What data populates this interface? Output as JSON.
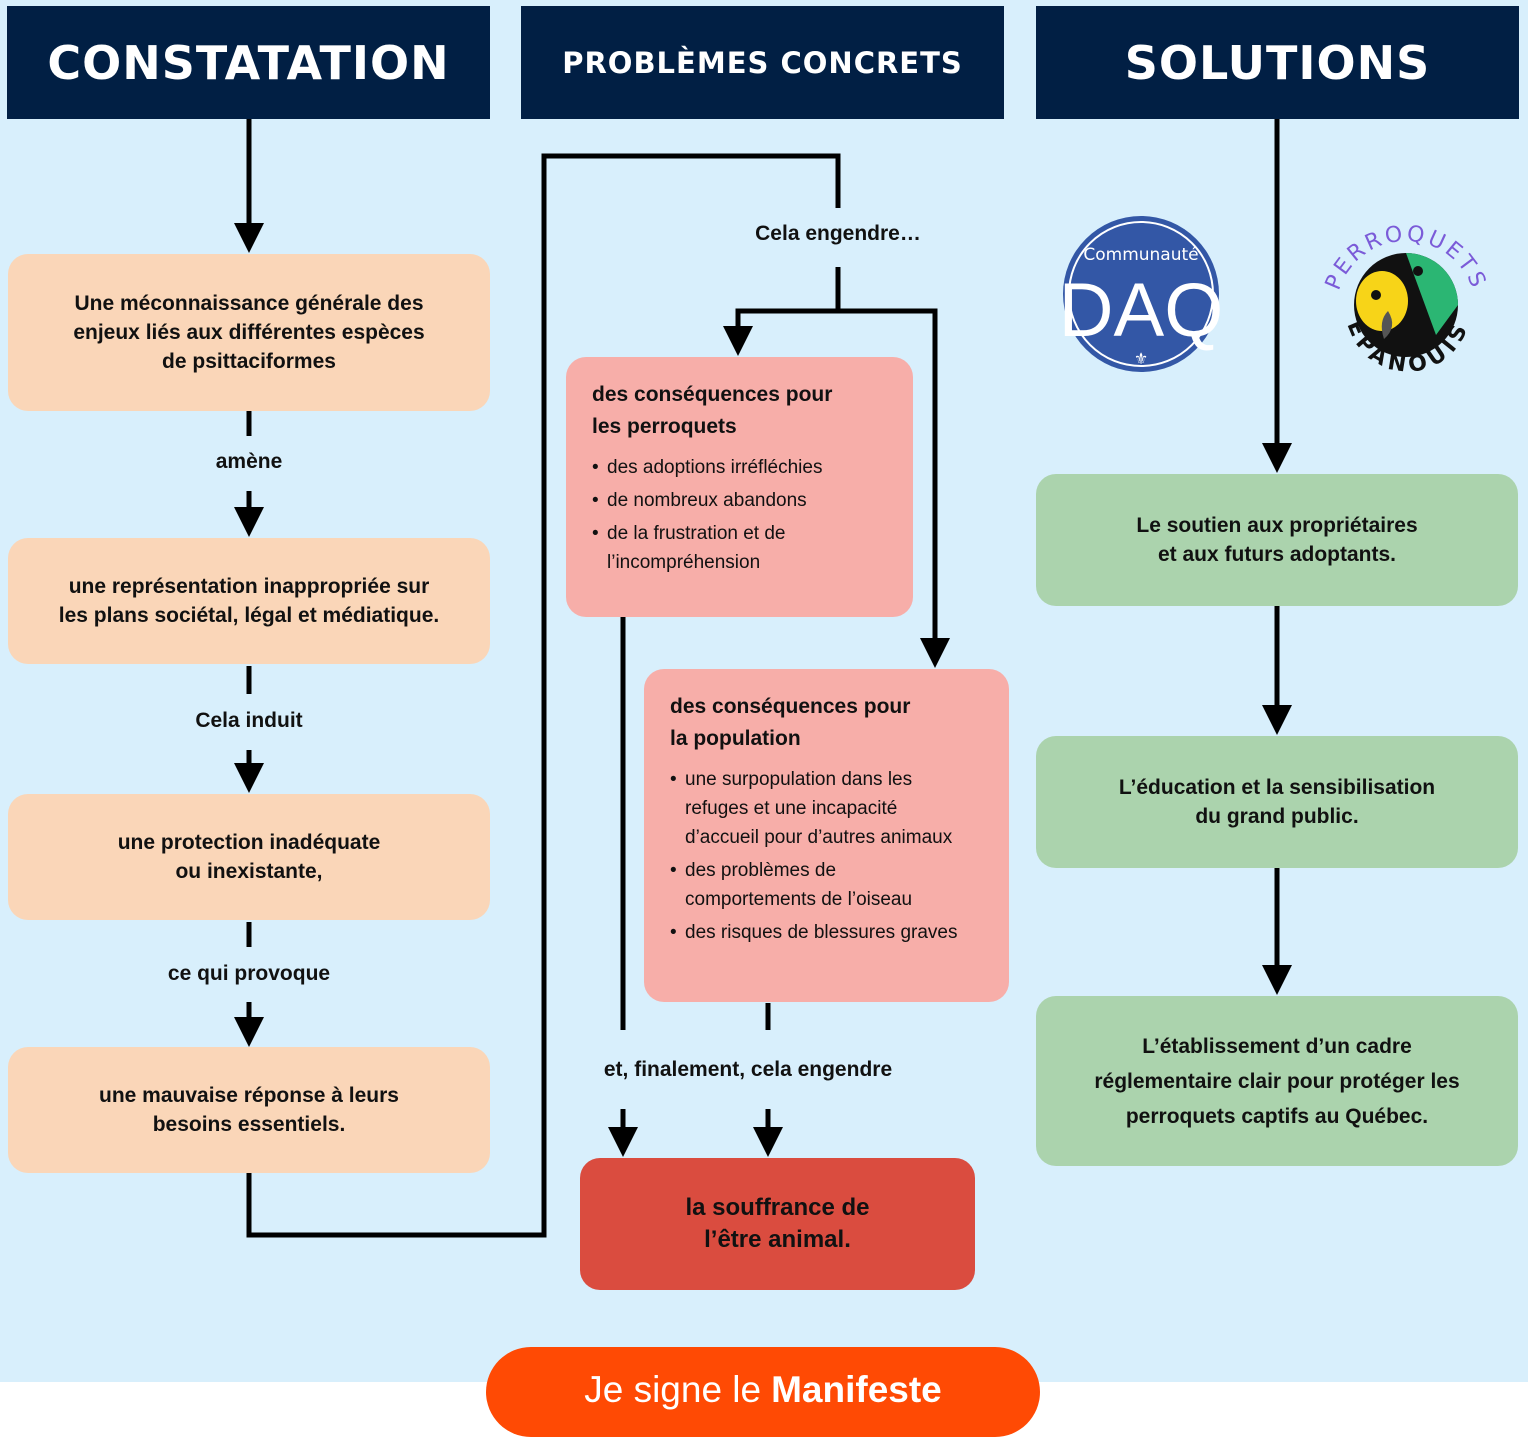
{
  "headers": {
    "constatation": "CONSTATATION",
    "problemes": "PROBLÈMES CONCRETS",
    "solutions": "SOLUTIONS"
  },
  "constatation": {
    "box1": "Une méconnaissance générale des\nenjeux liés aux différentes espèces\nde psittaciformes",
    "link1": "amène",
    "box2": "une représentation inappropriée sur\nles plans sociétal, légal et médiatique.",
    "link2": "Cela induit",
    "box3": "une protection inadéquate\nou inexistante,",
    "link3": "ce qui provoque",
    "box4": "une mauvaise réponse à leurs\nbesoins essentiels."
  },
  "problemes": {
    "intro": "Cela engendre…",
    "perroquets": {
      "title": "des conséquences pour\nles perroquets",
      "items": [
        "des adoptions irréfléchies",
        "de nombreux abandons",
        "de la frustration et de\nl’incompréhension"
      ]
    },
    "population": {
      "title": "des conséquences pour\nla population",
      "items": [
        "une surpopulation dans les\nrefuges et une incapacité\nd’accueil pour d’autres animaux",
        "des problèmes de\ncomportements de l’oiseau",
        "des risques de blessures graves"
      ]
    },
    "final_link": "et, finalement, cela engendre",
    "final": "la souffrance de\nl’être animal."
  },
  "solutions": {
    "box1": "Le soutien aux propriétaires\net aux futurs adoptants.",
    "box2": "L’éducation et la sensibilisation\ndu grand public.",
    "box3": "L’établissement d’un cadre\nréglementaire clair pour protéger les\nperroquets captifs au Québec."
  },
  "logos": {
    "daq_small": "Communauté",
    "daq_big": "DAQ",
    "perroquets_top": "PERROQUETS",
    "perroquets_bottom": "ÉPANOUIS"
  },
  "cta": {
    "prefix": "Je signe le",
    "strong": "Manifeste"
  },
  "colors": {
    "header": "#011f44",
    "orange": "#fad6b8",
    "pink": "#f7aea9",
    "red": "#da4c3f",
    "green": "#abd3ad",
    "background": "#d8effc",
    "cta": "#ff4a04"
  }
}
